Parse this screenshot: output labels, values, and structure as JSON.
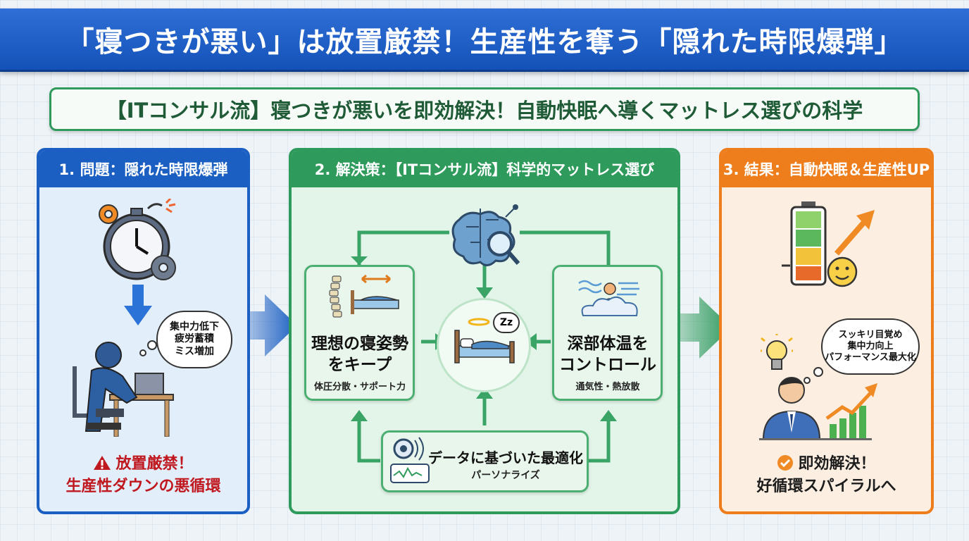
{
  "title": "「寝つきが悪い」は放置厳禁！生産性を奪う「隠れた時限爆弾」",
  "subtitle": "【ITコンサル流】寝つきが悪いを即効解決！自動快眠へ導くマットレス選びの科学",
  "panel1": {
    "heading": "1. 問題：隠れた時限爆弾",
    "bubble_lines": [
      "集中力低下",
      "疲労蓄積",
      "ミス増加"
    ],
    "warning_line1": "放置厳禁！",
    "warning_line2": "生産性ダウンの悪循環"
  },
  "panel2": {
    "heading": "2. 解決策：【ITコンサル流】科学的マットレス選び",
    "left_box": {
      "title_line1": "理想の寝姿勢",
      "title_line2": "をキープ",
      "sub": "体圧分散・サポート力"
    },
    "right_box": {
      "title_line1": "深部体温を",
      "title_line2": "コントロール",
      "sub": "通気性・熱放散"
    },
    "bottom_box": {
      "title": "データに基づいた最適化",
      "sub": "パーソナライズ"
    },
    "zz": "Zz"
  },
  "panel3": {
    "heading": "3. 結果：自動快眠＆生産性UP",
    "bubble_lines": [
      "スッキリ目覚め",
      "集中力向上",
      "パフォーマンス最大化"
    ],
    "result_line1": "即効解決！",
    "result_line2": "好循環スパイラルへ"
  },
  "icons": {
    "clock": "stopwatch-bomb-icon",
    "gears": "gear-icon",
    "person_desk": "tired-person-at-desk-icon",
    "brain": "brain-search-icon",
    "bed": "bed-icon",
    "spine": "spine-icon",
    "body_cloud": "person-on-cloud-icon",
    "sensor": "sensor-data-icon",
    "battery": "battery-full-icon",
    "bulb": "lightbulb-icon",
    "businessman": "businessman-icon",
    "growth": "growth-chart-icon"
  },
  "colors": {
    "title_blue": "#1452b8",
    "problem_blue": "#1b5fc2",
    "solution_green": "#2e9a5b",
    "result_orange": "#ee7d1c",
    "warning_red": "#c0181f"
  }
}
